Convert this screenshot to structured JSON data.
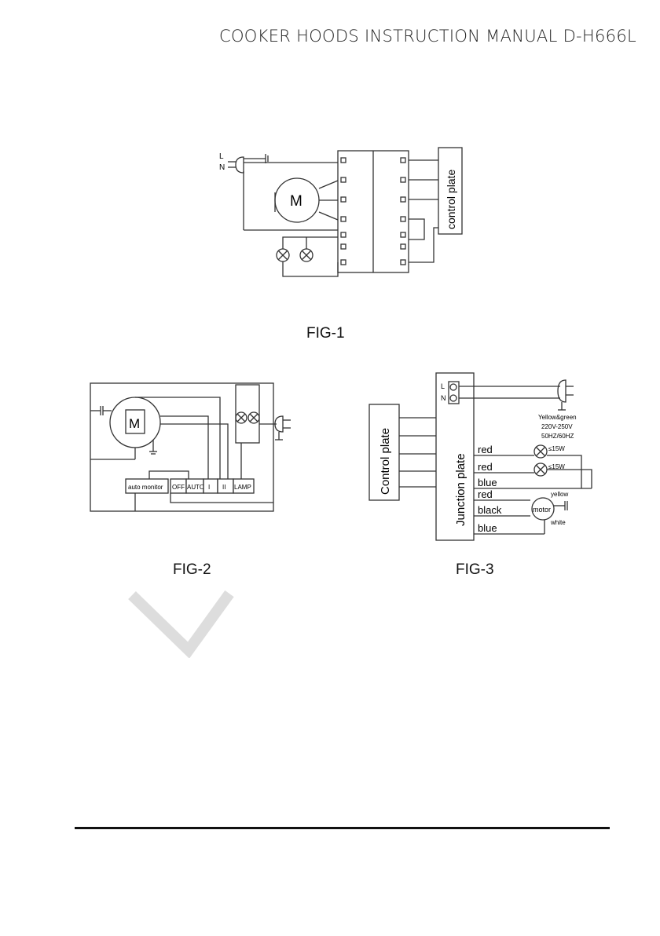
{
  "header": {
    "title": "COOKER HOODS INSTRUCTION MANUAL D-H666L"
  },
  "fig1": {
    "caption": "FIG-1",
    "plug_l": "L",
    "plug_n": "N",
    "motor": "M",
    "control": "control plate"
  },
  "fig2": {
    "caption": "FIG-2",
    "motor": "M",
    "auto_monitor": "auto monitor",
    "off": "OFF",
    "auto": "AUTO",
    "speed1": "I",
    "speed2": "II",
    "lamp": "LAMP"
  },
  "fig3": {
    "caption": "FIG-3",
    "control": "Control plate",
    "junction": "Junction plate",
    "l": "L",
    "n": "N",
    "ground": "Yellow&green",
    "voltage": "220V-250V",
    "freq": "50HZ/60HZ",
    "wires": [
      "red",
      "red",
      "blue",
      "red",
      "black",
      "blue"
    ],
    "lamp1": "≤15W",
    "lamp2": "≤15W",
    "motor": "motor",
    "yellow": "yellow",
    "white": "white"
  },
  "colors": {
    "line": "#333333",
    "rule": "#111111",
    "watermark": "#dddddd"
  }
}
